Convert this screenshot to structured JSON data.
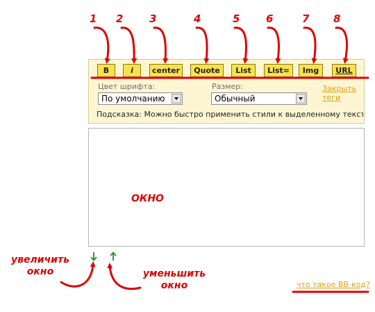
{
  "toolbar": {
    "buttons": [
      {
        "label": "B",
        "number": "1"
      },
      {
        "label": "i",
        "number": "2"
      },
      {
        "label": "center",
        "number": "3"
      },
      {
        "label": "Quote",
        "number": "4"
      },
      {
        "label": "List",
        "number": "5"
      },
      {
        "label": "List=",
        "number": "6"
      },
      {
        "label": "Img",
        "number": "7"
      },
      {
        "label": "URL",
        "number": "8"
      }
    ]
  },
  "font_color": {
    "label": "Цвет шрифта:",
    "value": "По умолчанию"
  },
  "font_size": {
    "label": "Размер:",
    "value": "Обычный"
  },
  "close_tags": "Закрыть теги",
  "hint": "Подсказка: Можно быстро применить стили к выделенному тексту",
  "window_label": "ОКНО",
  "enlarge_label": "увеличить окно",
  "shrink_label": "уменьшить окно",
  "bbcode_link": "что такое BB-код?",
  "colors": {
    "accent_red": "#e00000",
    "button_yellow": "#f8e24c",
    "panel_bg": "#fef6d3",
    "link_orange": "#e0a010"
  }
}
